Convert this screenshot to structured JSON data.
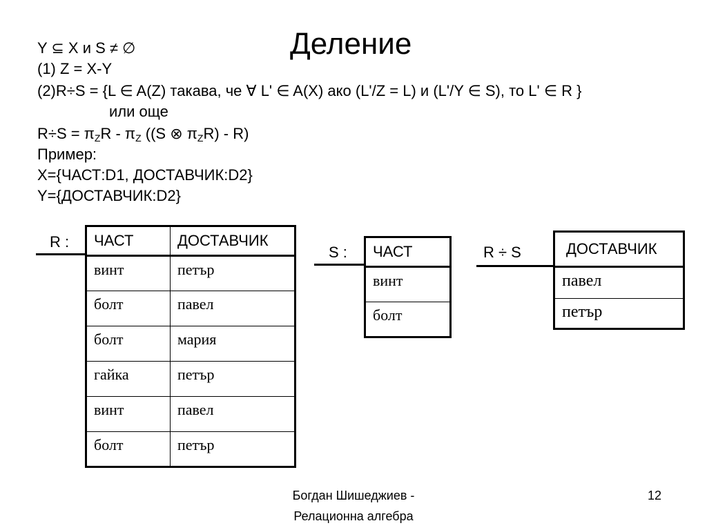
{
  "slide": {
    "title": "Деление",
    "lines": [
      "Y ⊆ X и S ≠ ∅",
      "(1) Z = X-Y",
      "(2)R÷S = {L ∈ A(Z) такава, че ∀ L' ∈ A(X) ако (L'/Z = L) и (L'/Y ∈ S), то L' ∈ R }",
      "или още"
    ],
    "formula": {
      "p1": "R÷S = π",
      "s1": "Z",
      "p2": "R - π",
      "s2": "Z",
      "p3": " ((S ⊗ π",
      "s3": "Z",
      "p4": "R) - R)"
    },
    "example_lines": [
      "Пример:",
      "X={ЧАСТ:D1, ДОСТАВЧИК:D2}",
      "Y={ДОСТАВЧИК:D2}"
    ]
  },
  "table_r": {
    "label": "R :",
    "headers": [
      "ЧАСТ",
      "ДОСТАВЧИК"
    ],
    "rows": [
      [
        "винт",
        "петър"
      ],
      [
        "болт",
        "павел"
      ],
      [
        "болт",
        "мария"
      ],
      [
        "гайка",
        "петър"
      ],
      [
        "винт",
        "павел"
      ],
      [
        "болт",
        "петър"
      ]
    ]
  },
  "table_s": {
    "label": "S :",
    "headers": [
      "ЧАСТ"
    ],
    "rows": [
      [
        "винт"
      ],
      [
        "болт"
      ]
    ]
  },
  "table_result": {
    "label": "R ÷ S",
    "headers": [
      "ДОСТАВЧИК"
    ],
    "rows": [
      [
        "павел"
      ],
      [
        "петър"
      ]
    ]
  },
  "footer": {
    "author_line1": "Богдан Шишеджиев -",
    "author_line2": "Релационна алгебра",
    "page_number": "12"
  }
}
